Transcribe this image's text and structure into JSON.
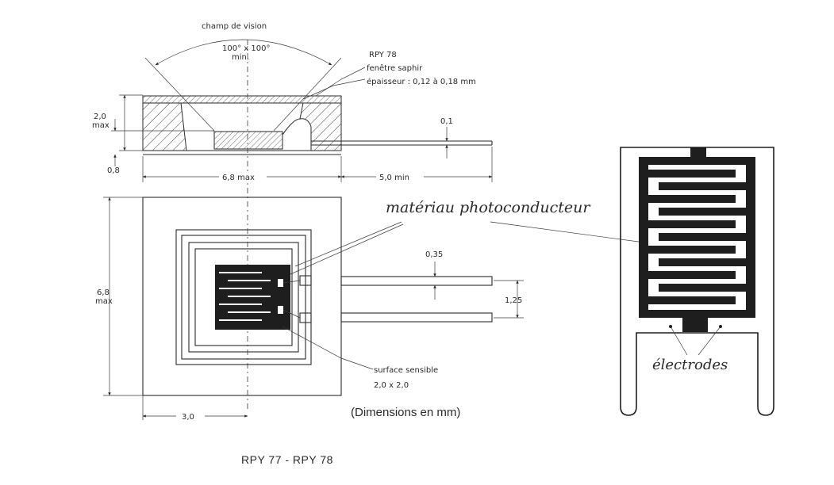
{
  "labels": {
    "champ_vision": "champ de vision",
    "angle_value": "100° x 100°",
    "angle_min": "min.",
    "part_name": "RPY 78",
    "fenetre": "fenêtre saphir",
    "epaisseur": "épaisseur : 0,12 à 0,18 mm",
    "height_value": "2,0",
    "height_max": "max",
    "base_value": "0,8",
    "lead_thickness": "0,1",
    "width_top": "6,8 max",
    "lead_length": "5,0 min",
    "width_side_value": "6,8",
    "width_side_max": "max",
    "lead_width": "0,35",
    "lead_pitch": "1,25",
    "offset": "3,0",
    "surface": "surface sensible",
    "surface_dim": "2,0 x 2,0",
    "materiau": "matériau photoconducteur",
    "electrodes": "électrodes",
    "dimensions_note": "(Dimensions en mm)",
    "caption": "RPY 77 - RPY 78"
  }
}
